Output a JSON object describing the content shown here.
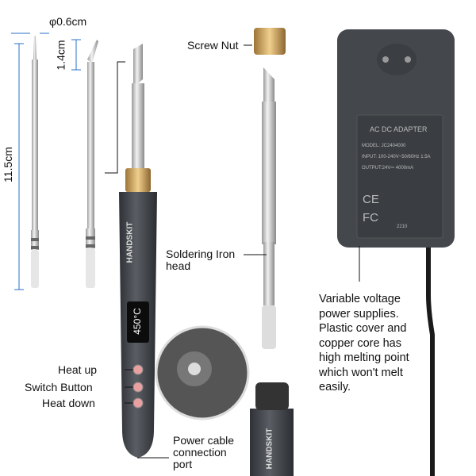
{
  "dimensions": {
    "tip_diameter": "φ0.6cm",
    "tip_bend_length": "1.4cm",
    "tip_length": "11.5cm"
  },
  "labels": {
    "screw_nut": "Screw Nut",
    "soldering_head_line1": "Soldering Iron",
    "soldering_head_line2": "head",
    "heat_up": "Heat up",
    "switch_button": "Switch Button",
    "heat_down": "Heat down",
    "power_port_line1": "Power cable",
    "power_port_line2": "connection",
    "power_port_line3": "port"
  },
  "description": "Variable voltage power supplies. Plastic cover and copper core has high melting point which won't melt easily.",
  "iron": {
    "brand": "HANDSKIT",
    "display_temp": "450°C"
  },
  "adapter": {
    "title": "AC DC ADAPTER",
    "model": "MODEL: JC2404000",
    "input": "INPUT: 100-240V~50/60Hz 1.5A",
    "output": "OUTPUT:24V⎓ 4000mA",
    "code": "2210",
    "ce": "CE",
    "fc": "FC"
  },
  "colors": {
    "body": "#3f4349",
    "adapter": "#4a4d52",
    "copper": "#c9a366",
    "button": "#e8a0a0"
  }
}
